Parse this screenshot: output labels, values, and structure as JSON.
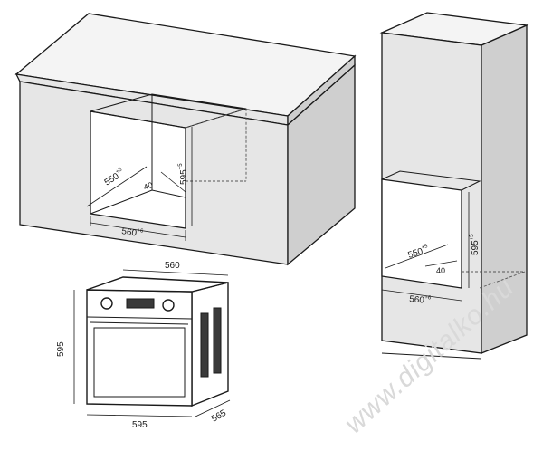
{
  "counter_niche": {
    "depth": "550",
    "depth_tol": "+5",
    "depth_tol2": "0",
    "height": "595",
    "height_tol": "+5",
    "height_tol2": "0",
    "width": "560",
    "width_tol": "+6",
    "width_tol2": "0",
    "gap": "40"
  },
  "column_niche": {
    "depth": "550",
    "depth_tol": "+5",
    "depth_tol2": "0",
    "height": "595",
    "height_tol": "+5",
    "height_tol2": "0",
    "width": "560",
    "width_tol": "+6",
    "width_tol2": "0",
    "gap": "40"
  },
  "oven": {
    "width_top": "560",
    "height": "595",
    "width_bottom": "595",
    "depth": "565"
  },
  "watermark": "www.digitalko.hu"
}
